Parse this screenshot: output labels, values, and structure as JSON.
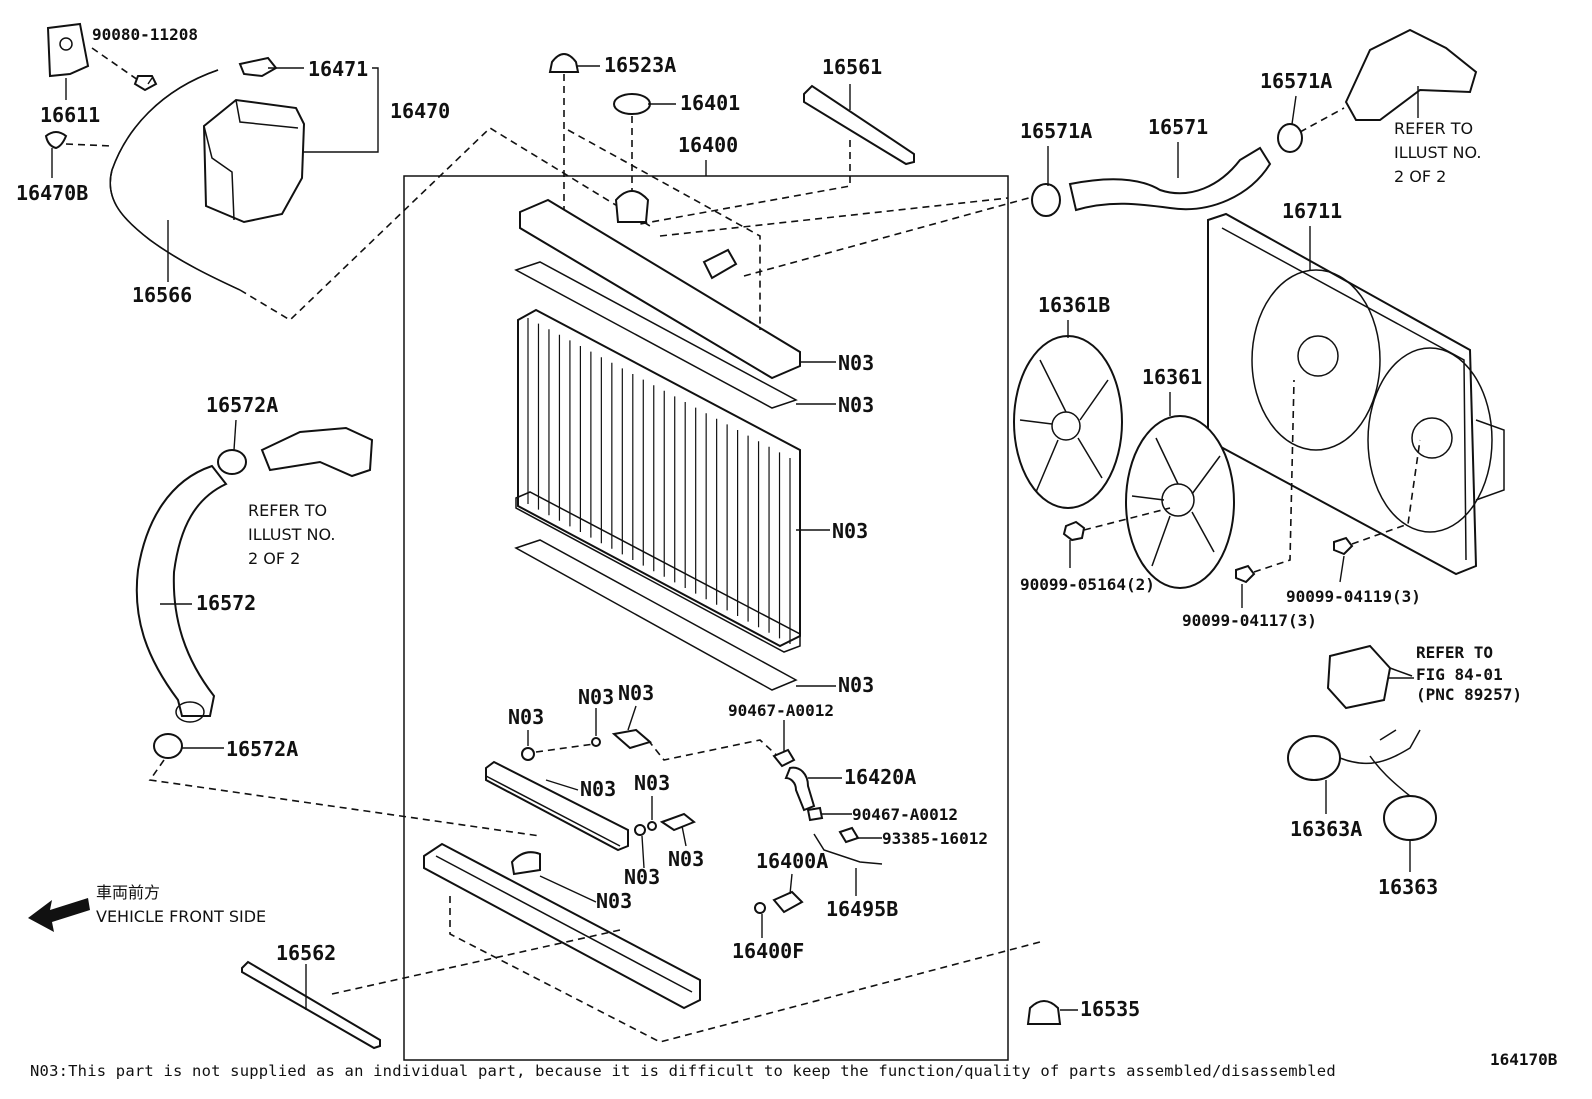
{
  "labels": {
    "p90080_11208": "90080-11208",
    "p16611": "16611",
    "p16471": "16471",
    "p16470": "16470",
    "p16470B": "16470B",
    "p16566": "16566",
    "p16523A": "16523A",
    "p16401": "16401",
    "p16400": "16400",
    "p16561": "16561",
    "p16571A_top": "16571A",
    "p16571A_left": "16571A",
    "p16571": "16571",
    "p16711": "16711",
    "p16361B": "16361B",
    "p16361": "16361",
    "p90099_05164": "90099-05164(2)",
    "p90099_04117": "90099-04117(3)",
    "p90099_04119": "90099-04119(3)",
    "p16572A_top": "16572A",
    "p16572": "16572",
    "p16572A_bottom": "16572A",
    "n03_1": "N03",
    "n03_2": "N03",
    "n03_3": "N03",
    "n03_4": "N03",
    "n03_5": "N03",
    "n03_6": "N03",
    "n03_7": "N03",
    "n03_8": "N03",
    "n03_9": "N03",
    "n03_10": "N03",
    "n03_11": "N03",
    "n03_12": "N03",
    "p90467_A0012_top": "90467-A0012",
    "p90467_A0012_mid": "90467-A0012",
    "p16420A": "16420A",
    "p93385_16012": "93385-16012",
    "p16400A": "16400A",
    "p16495B": "16495B",
    "p16400F": "16400F",
    "p16562": "16562",
    "p16535": "16535",
    "p16363A": "16363A",
    "p16363": "16363"
  },
  "refer_notes": {
    "upper_right": [
      "REFER TO",
      "ILLUST NO.",
      "2 OF 2"
    ],
    "left": [
      "REFER TO",
      "ILLUST NO.",
      "2 OF 2"
    ],
    "fig": [
      "REFER TO",
      "FIG 84-01",
      "(PNC 89257)"
    ]
  },
  "vehicle_front": {
    "jp": "車両前方",
    "en": "VEHICLE FRONT SIDE"
  },
  "footnote": "N03:This part is not supplied as an individual part, because it is difficult to keep the function/quality of parts assembled/disassembled",
  "figure_id": "164170B"
}
